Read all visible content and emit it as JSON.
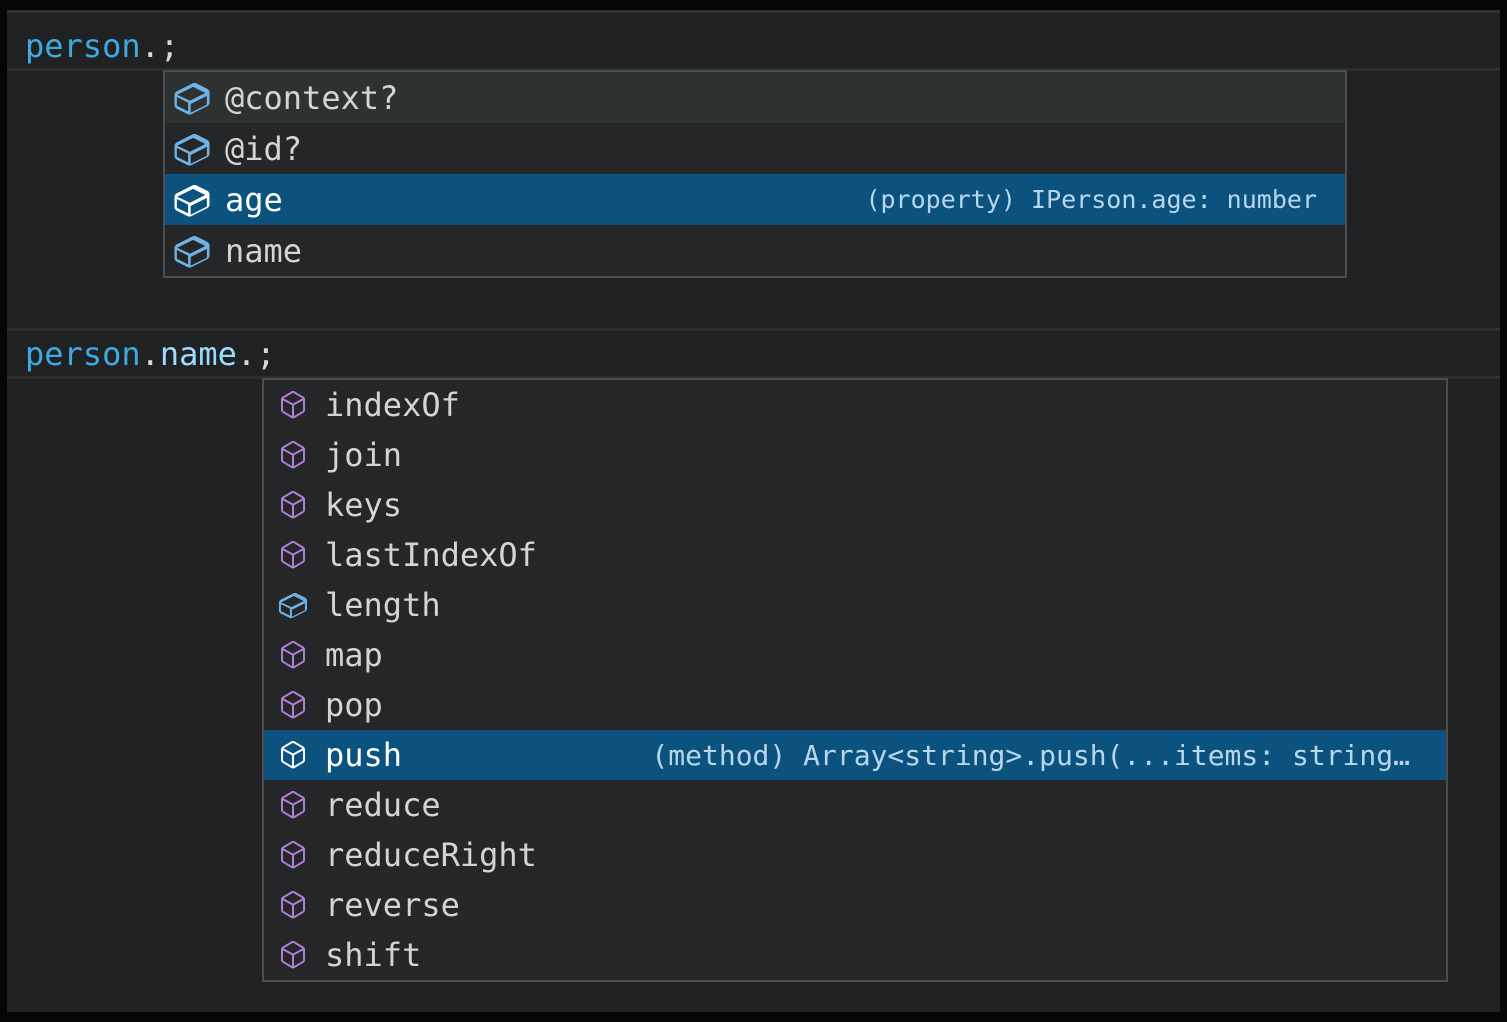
{
  "colors": {
    "background": "#202122",
    "frame": "#060607",
    "popup_background": "#242627",
    "popup_border": "#4b4e50",
    "selection_background": "#0c527f",
    "hover_background": "#2e3132",
    "label": "#d4d4d4",
    "label_selected": "#ffffff",
    "detail_text": "#b8d7ed",
    "field_icon": "#6fb3e6",
    "method_icon": "#b07fd8",
    "selected_icon": "#ffffff",
    "variable_text": "#3fa9e3",
    "property_text": "#9cdcfe",
    "punctuation_text": "#d8d8d8",
    "error_squiggle": "#e6453c"
  },
  "code_lines": [
    {
      "tokens": [
        {
          "text": "person",
          "type": "variable",
          "squiggle": false
        },
        {
          "text": ".",
          "type": "punctuation",
          "squiggle": true
        },
        {
          "text": ";",
          "type": "punctuation",
          "squiggle": true
        }
      ]
    },
    {
      "tokens": [
        {
          "text": "person",
          "type": "variable",
          "squiggle": false
        },
        {
          "text": ".",
          "type": "punctuation",
          "squiggle": false
        },
        {
          "text": "name",
          "type": "property",
          "squiggle": false
        },
        {
          "text": ".",
          "type": "punctuation",
          "squiggle": true
        },
        {
          "text": ";",
          "type": "punctuation",
          "squiggle": true
        }
      ]
    }
  ],
  "popups": [
    {
      "items": [
        {
          "label": "@context?",
          "kind": "field",
          "state": "hover",
          "detail": ""
        },
        {
          "label": "@id?",
          "kind": "field",
          "state": "normal",
          "detail": ""
        },
        {
          "label": "age",
          "kind": "field",
          "state": "selected",
          "detail": "(property) IPerson.age: number"
        },
        {
          "label": "name",
          "kind": "field",
          "state": "normal",
          "detail": ""
        }
      ]
    },
    {
      "items": [
        {
          "label": "indexOf",
          "kind": "method",
          "state": "normal",
          "detail": ""
        },
        {
          "label": "join",
          "kind": "method",
          "state": "normal",
          "detail": ""
        },
        {
          "label": "keys",
          "kind": "method",
          "state": "normal",
          "detail": ""
        },
        {
          "label": "lastIndexOf",
          "kind": "method",
          "state": "normal",
          "detail": ""
        },
        {
          "label": "length",
          "kind": "field",
          "state": "normal",
          "detail": ""
        },
        {
          "label": "map",
          "kind": "method",
          "state": "normal",
          "detail": ""
        },
        {
          "label": "pop",
          "kind": "method",
          "state": "normal",
          "detail": ""
        },
        {
          "label": "push",
          "kind": "method",
          "state": "selected",
          "detail": "(method) Array<string>.push(...items: string…"
        },
        {
          "label": "reduce",
          "kind": "method",
          "state": "normal",
          "detail": ""
        },
        {
          "label": "reduceRight",
          "kind": "method",
          "state": "normal",
          "detail": ""
        },
        {
          "label": "reverse",
          "kind": "method",
          "state": "normal",
          "detail": ""
        },
        {
          "label": "shift",
          "kind": "method",
          "state": "normal",
          "detail": ""
        }
      ]
    }
  ]
}
